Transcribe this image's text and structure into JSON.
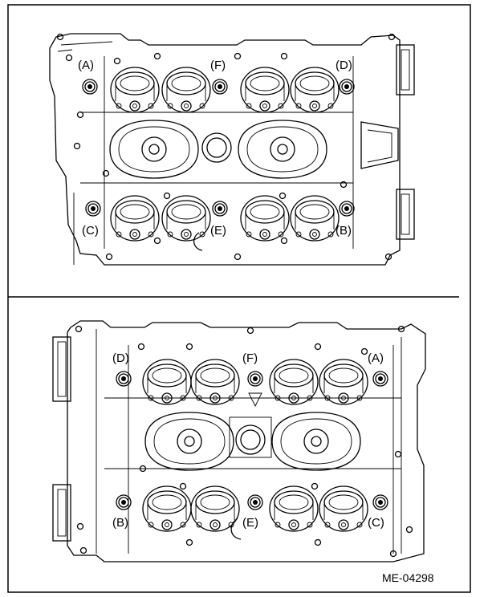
{
  "figure": {
    "code": "ME-04298",
    "upper_view": {
      "labels": {
        "a": "(A)",
        "b": "(B)",
        "c": "(C)",
        "d": "(D)",
        "e": "(E)",
        "f": "(F)"
      }
    },
    "lower_view": {
      "labels": {
        "a": "(A)",
        "b": "(B)",
        "c": "(C)",
        "d": "(D)",
        "e": "(E)",
        "f": "(F)"
      }
    }
  }
}
